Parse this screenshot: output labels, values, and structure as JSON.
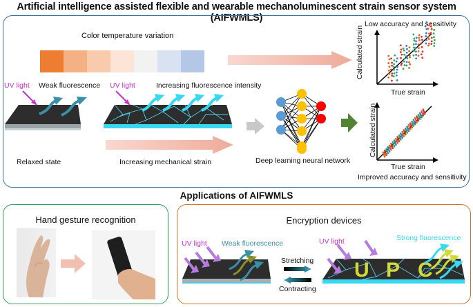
{
  "title": "Artificial intelligence assisted flexible and wearable mechanoluminescent strain sensor system (AIFWMLS)",
  "top_panel": {
    "color_bar": {
      "label": "Color temperature variation",
      "swatches": [
        "#ed7d31",
        "#f4b183",
        "#f8cbad",
        "#fce4d6",
        "#f2f2f2",
        "#d9e2f3",
        "#b4c7e7"
      ]
    },
    "relaxed": {
      "uv_label": "UV light",
      "fluorescence_label": "Weak fluorescence",
      "caption": "Relaxed state"
    },
    "strained": {
      "uv_label": "UV light",
      "fluorescence_label": "Increasing fluorescence intensity",
      "caption": "Increasing mechanical strain"
    },
    "network": {
      "caption": "Deep learning neural network",
      "layers": [
        3,
        6,
        2
      ],
      "layer_colors": [
        "#5b9bd5",
        "#ffc000",
        "#ff0000"
      ]
    },
    "plot_low": {
      "title": "Low accuracy and sensitivity",
      "xlabel": "True strain",
      "ylabel": "Calculated strain"
    },
    "plot_improved": {
      "title": "Improved accuracy and sensitivity",
      "xlabel": "True strain",
      "ylabel": "Calculated strain"
    },
    "colors": {
      "uv": "#c233c9",
      "weak_fluorescence": "#3a8fa8",
      "strong_fluorescence": "#3ad8f0",
      "crack": "#4fd3e8",
      "flow_arrow": "#f2b5a8",
      "gray_arrow": "#c8c8c8",
      "green_arrow": "#548235"
    }
  },
  "applications_title": "Applications of AIFWMLS",
  "hand_gesture": {
    "title": "Hand gesture recognition"
  },
  "encryption": {
    "title": "Encryption devices",
    "left_uv_label": "UV light",
    "left_fluorescence_label": "Weak fluorescence",
    "stretching_label": "Stretching",
    "contracting_label": "Contracting",
    "right_uv_label": "UV light",
    "right_fluorescence_label": "Strong fluorescence",
    "letters": [
      "U",
      "P",
      "C"
    ]
  }
}
